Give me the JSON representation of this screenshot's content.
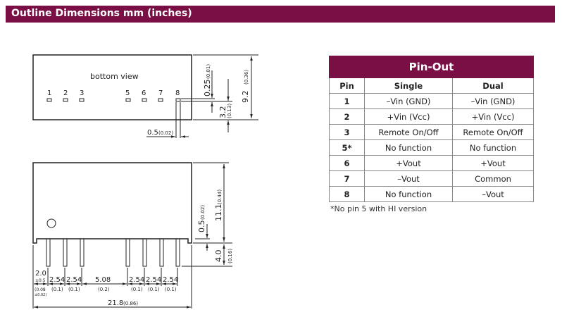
{
  "title": "Outline Dimensions mm (inches)",
  "top_view": {
    "label": "bottom view",
    "pins": [
      "1",
      "2",
      "3",
      "5",
      "6",
      "7",
      "8"
    ],
    "dim_pin_offset": "0.25",
    "dim_pin_offset_in": "(0.01)",
    "dim_height": "9.2",
    "dim_height_in": "(0.36)",
    "dim_pin_row": "3.2",
    "dim_pin_row_in": "(0.13)",
    "dim_pin_width": "0.5",
    "dim_pin_width_in": "(0.02)"
  },
  "side_view": {
    "dim_height": "11.1",
    "dim_height_in": "(0.44)",
    "dim_standoff": "0.5",
    "dim_standoff_in": "(0.02)",
    "dim_pin_len": "4.0",
    "dim_pin_len_in": "(0.16)",
    "dim_first": "2.0",
    "dim_first_tol": "±0.5",
    "dim_first_in": "(0.08",
    "dim_first_in_tol": "±0.02)",
    "pitches": [
      {
        "mm": "2.54",
        "in": "(0.1)"
      },
      {
        "mm": "2.54",
        "in": "(0.1)"
      },
      {
        "mm": "5.08",
        "in": "(0.2)"
      },
      {
        "mm": "2.54",
        "in": "(0.1)"
      },
      {
        "mm": "2.54",
        "in": "(0.1)"
      },
      {
        "mm": "2.54",
        "in": "(0.1)"
      }
    ],
    "dim_width": "21.8",
    "dim_width_in": "(0.86)"
  },
  "pinout": {
    "title": "Pin-Out",
    "headers": [
      "Pin",
      "Single",
      "Dual"
    ],
    "rows": [
      [
        "1",
        "–Vin (GND)",
        "–Vin (GND)"
      ],
      [
        "2",
        "+Vin (Vcc)",
        "+Vin (Vcc)"
      ],
      [
        "3",
        "Remote  On/Off",
        "Remote  On/Off"
      ],
      [
        "5*",
        "No function",
        "No function"
      ],
      [
        "6",
        "+Vout",
        "+Vout"
      ],
      [
        "7",
        "–Vout",
        "Common"
      ],
      [
        "8",
        "No function",
        "–Vout"
      ]
    ],
    "note": "*No pin 5 with HI version"
  },
  "colors": {
    "brand": "#7a0f45"
  }
}
